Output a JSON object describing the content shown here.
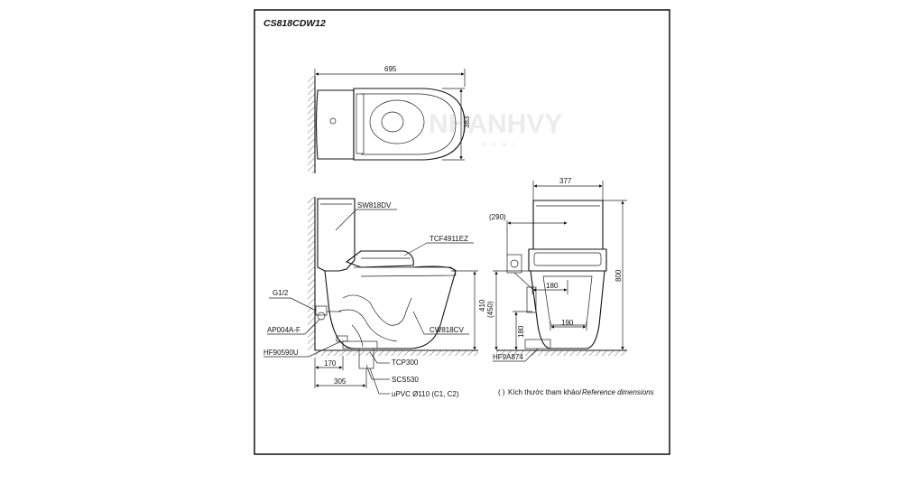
{
  "title": "CS818CDW12",
  "watermark": {
    "brand": "NHANHVY",
    "sub": "HOME"
  },
  "top_view": {
    "width_dim": "695",
    "depth_dim": "383"
  },
  "side_view": {
    "labels": {
      "seat_cover": "SW818DV",
      "washlet": "TCF4911EZ",
      "inlet": "G1/2",
      "valve": "AP004A-F",
      "hose": "HF90590U",
      "bowl": "CW818CV",
      "flange": "TCP300",
      "adapter": "SCS530",
      "pipe": "uPVC Ø110 (C1, C2)"
    },
    "dims": {
      "height": "410",
      "supply_offset": "170",
      "rough_in": "305"
    }
  },
  "front_view": {
    "labels": {
      "hose": "HF9A874"
    },
    "dims": {
      "width": "377",
      "ref_offset": "(290)",
      "overall_height": "800",
      "height_ref": "(450)",
      "supply_height": "180",
      "offset_a": "180",
      "offset_b": "190"
    }
  },
  "footnote": {
    "paren": "( )",
    "vi": "Kích thước tham khảo/",
    "en": "Reference dimensions"
  }
}
